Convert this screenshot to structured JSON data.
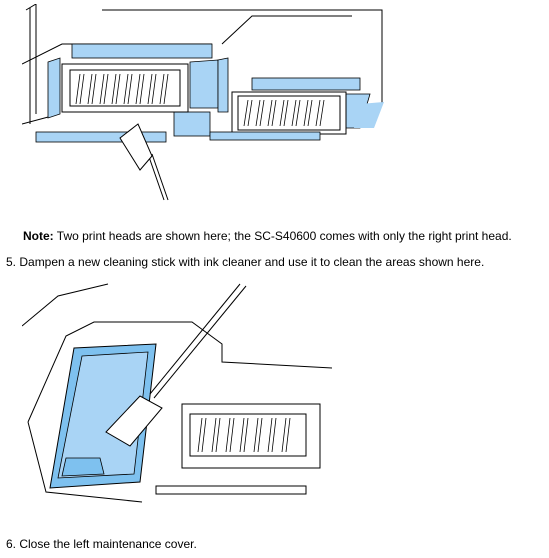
{
  "note": {
    "label": "Note:",
    "text": " Two print heads are shown here; the SC-S40600 comes with only the right print head."
  },
  "steps": [
    {
      "number": "5.",
      "text": " Dampen a new cleaning stick with ink cleaner and use it to clean the areas shown here."
    },
    {
      "number": "6.",
      "text": " Close the left maintenance cover."
    }
  ],
  "colors": {
    "highlight": "#a9d4f5",
    "highlight_strong": "#7ec1ef",
    "line": "#000000"
  }
}
